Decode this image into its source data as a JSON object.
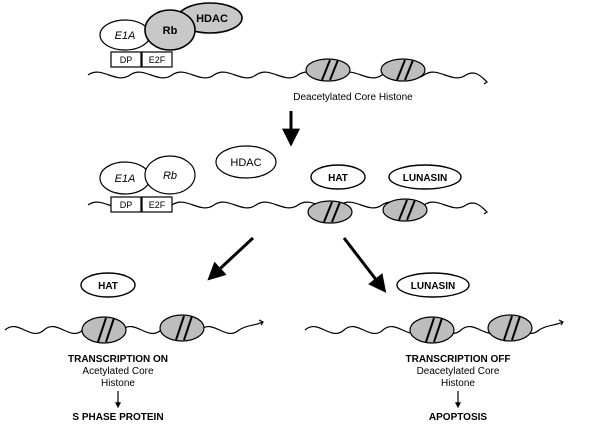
{
  "stage1": {
    "e1a": "E1A",
    "rb": "Rb",
    "hdac": "HDAC",
    "dp": "DP",
    "e2f": "E2F",
    "caption": "Deacetylated Core Histone"
  },
  "stage2": {
    "e1a": "E1A",
    "rb": "Rb",
    "hdac": "HDAC",
    "hat": "HAT",
    "lunasin": "LUNASIN",
    "dp": "DP",
    "e2f": "E2F"
  },
  "left_branch": {
    "hat": "HAT",
    "title": "TRANSCRIPTION ON",
    "sub1": "Acetylated Core",
    "sub2": "Histone",
    "result": "S PHASE PROTEIN"
  },
  "right_branch": {
    "lunasin": "LUNASIN",
    "title": "TRANSCRIPTION OFF",
    "sub1": "Deacetylated Core",
    "sub2": "Histone",
    "result": "APOPTOSIS"
  },
  "colors": {
    "histone_fill": "#bdbdbd",
    "rb_fill": "#c8c8c8",
    "hdac_fill": "#c8c8c8",
    "line": "#000000"
  }
}
